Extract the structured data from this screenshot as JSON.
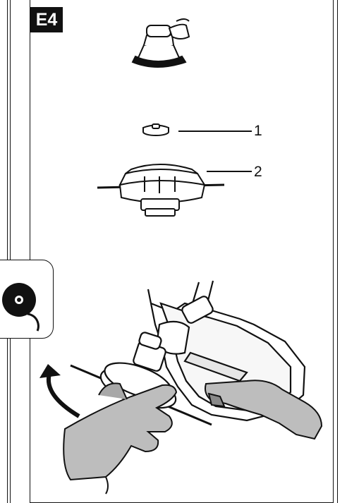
{
  "figure": {
    "step_label": "E4",
    "callouts": [
      {
        "id": 1,
        "label": "1",
        "part": "spool-cap"
      },
      {
        "id": 2,
        "label": "2",
        "part": "spool-with-line"
      }
    ],
    "sidebar_icon": "trimmer-line-spool-icon",
    "colors": {
      "line": "#111111",
      "glove": "#bdbdbd",
      "glove_dark": "#8a8a8a",
      "label_bg": "#111111"
    }
  }
}
